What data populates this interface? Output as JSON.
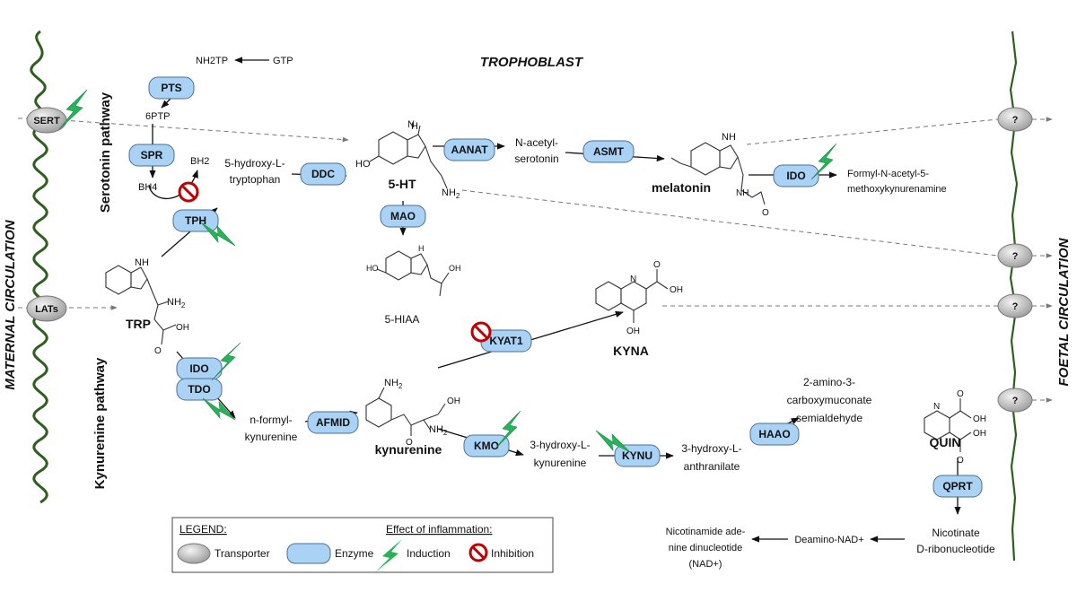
{
  "region_labels": {
    "trophoblast": "TROPHOBLAST",
    "maternal": "MATERNAL CIRCULATION",
    "foetal": "FOETAL CIRCULATION",
    "serotonin_pathway": "Serotonin pathway",
    "kynurenine_pathway": "Kynurenine pathway"
  },
  "transporters": {
    "sert": "SERT",
    "lats": "LATs",
    "unknown": "?"
  },
  "enzymes": {
    "pts": "PTS",
    "spr": "SPR",
    "tph": "TPH",
    "ddc": "DDC",
    "aanat": "AANAT",
    "asmt": "ASMT",
    "mao": "MAO",
    "ido_mel": "IDO",
    "ido": "IDO",
    "tdo": "TDO",
    "afmid": "AFMID",
    "kyat1": "KYAT1",
    "kmo": "KMO",
    "kynu": "KYNU",
    "haao": "HAAO",
    "qprt": "QPRT"
  },
  "metabolites": {
    "gtp": "GTP",
    "nh2tp": "NH2TP",
    "p6ptp": "6PTP",
    "bh2": "BH2",
    "bh4": "BH4",
    "htp_1": "5-hydroxy-L-",
    "htp_2": "tryptophan",
    "ht5": "5-HT",
    "ho": "HO",
    "nh2": "NH",
    "nh2_sub": "2",
    "nacetyl_1": "N-acetyl-",
    "nacetyl_2": "serotonin",
    "melatonin": "melatonin",
    "formyl_1": "Formyl-N-acetyl-5-",
    "formyl_2": "methoxykynurenamine",
    "hiaa": "5-HIAA",
    "trp": "TRP",
    "kyna": "KYNA",
    "nformyl_1": "n-formyl-",
    "nformyl_2": "kynurenine",
    "kynurenine": "kynurenine",
    "hk_1": "3-hydroxy-L-",
    "hk_2": "kynurenine",
    "haa_1": "3-hydroxy-L-",
    "haa_2": "anthranilate",
    "acms_1": "2-amino-3-",
    "acms_2": "carboxymuconate",
    "acms_3": "semialdehyde",
    "quin": "QUIN",
    "nicotinate_1": "Nicotinate",
    "nicotinate_2": "D-ribonucleotide",
    "deamino": "Deamino-NAD+",
    "nad_1": "Nicotinamide ade-",
    "nad_2": "nine dinucleotide",
    "nad_3": "(NAD+)",
    "oh": "OH",
    "h": "H",
    "n": "N",
    "o": "O",
    "nh": "NH"
  },
  "legend": {
    "title": "LEGEND:",
    "transporter": "Transporter",
    "enzyme": "Enzyme",
    "effect_title": "Effect of inflammation:",
    "induction": "Induction",
    "inhibition": "Inhibition"
  },
  "colors": {
    "enzyme_fill": "#a9d2f5",
    "enzyme_stroke": "#4a6f93",
    "transporter_fill": "#c8c8c8",
    "induction": "#27b35a",
    "inhibition": "#c00000",
    "membrane": "#2f5f1e"
  }
}
